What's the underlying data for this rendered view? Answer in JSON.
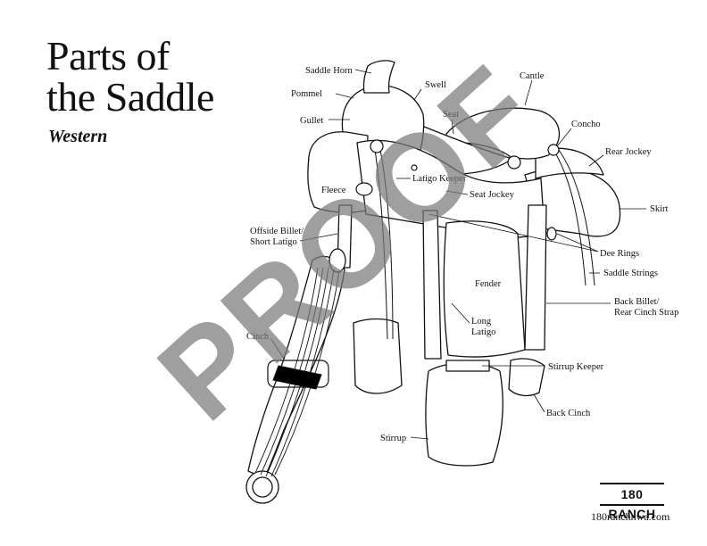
{
  "title": {
    "line1": "Parts of",
    "line2": "the Saddle"
  },
  "subtitle": "Western",
  "watermark": "PROOF",
  "brand": {
    "name": "180 RANCH",
    "url": "180ranchnwa.com"
  },
  "labels": {
    "saddle_horn": "Saddle Horn",
    "pommel": "Pommel",
    "swell": "Swell",
    "gullet": "Gullet",
    "seat": "Seat",
    "cantle": "Cantle",
    "concho": "Concho",
    "rear_jockey": "Rear Jockey",
    "fleece": "Fleece",
    "latigo_keeper": "Latigo Keeper",
    "seat_jockey": "Seat Jockey",
    "skirt": "Skirt",
    "offside_billet_1": "Offside Billet/",
    "offside_billet_2": "Short Latigo",
    "dee_rings": "Dee Rings",
    "saddle_strings": "Saddle Strings",
    "fender": "Fender",
    "back_billet_1": "Back Billet/",
    "back_billet_2": "Rear Cinch Strap",
    "long_latigo_1": "Long",
    "long_latigo_2": "Latigo",
    "cinch": "Cinch",
    "stirrup_keeper": "Stirrup Keeper",
    "back_cinch": "Back Cinch",
    "stirrup": "Stirrup"
  },
  "colors": {
    "ink": "#111111",
    "watermark": "#7a7a7a",
    "cinch_band": "#000000"
  }
}
